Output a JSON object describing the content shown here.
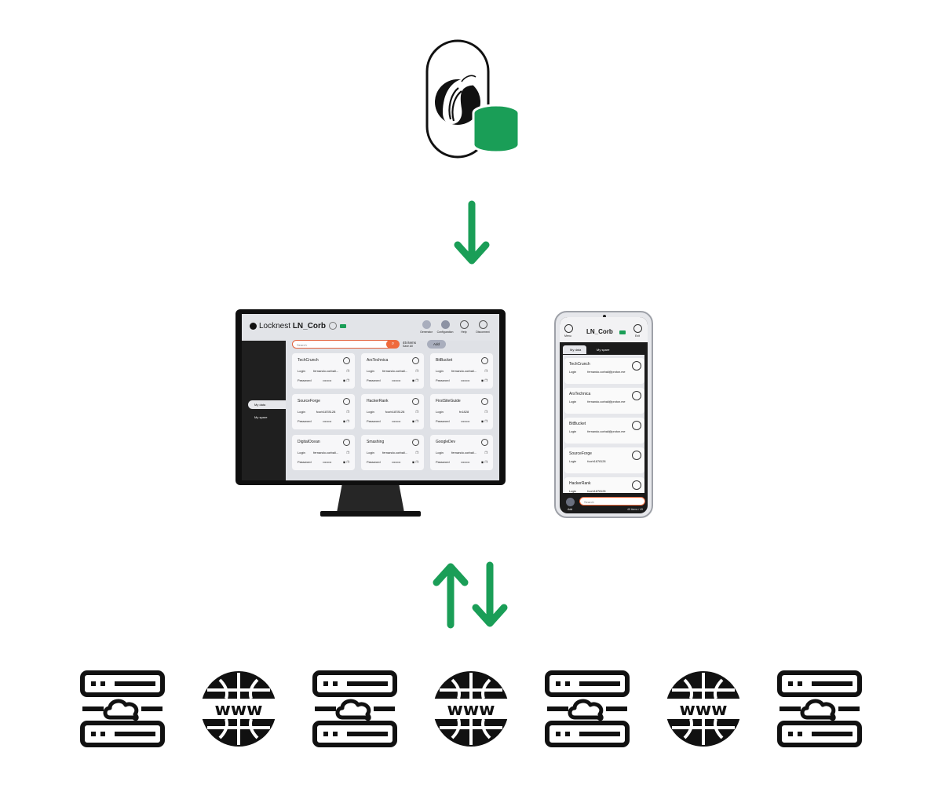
{
  "colors": {
    "accent": "#1a9e57",
    "search_accent": "#ef6a3c",
    "ink": "#1a1a1a"
  },
  "icons": [
    "locknest-logo-icon",
    "database-icon",
    "arrow-down-icon",
    "arrow-up-icon",
    "server-cloud-icon",
    "globe-www-icon"
  ],
  "globe_label": "www",
  "desktop": {
    "brand": "Locknest",
    "device": "LN_Corb",
    "nav": [
      "Generator",
      "Configuration",
      "Help",
      "Disconnect"
    ],
    "sidebar": [
      "My data",
      "My spare"
    ],
    "search_placeholder": "Search",
    "count": "45 items",
    "count_sub": "Save All",
    "add_label": "Add",
    "cards": [
      {
        "title": "TechCrunch",
        "login": "fernando.corbali...",
        "password": "••••••••"
      },
      {
        "title": "ArsTechnica",
        "login": "fernando.corbali...",
        "password": "••••••••"
      },
      {
        "title": "BitBucket",
        "login": "fernando.corbali...",
        "password": "••••••••"
      },
      {
        "title": "SourceForge",
        "login": "fcorb1878128",
        "password": "••••••••"
      },
      {
        "title": "HackerRank",
        "login": "fcorb1878128",
        "password": "••••••••"
      },
      {
        "title": "FirstSiteGuide",
        "login": "fn1828",
        "password": "••••••••"
      },
      {
        "title": "DigitalOcean",
        "login": "fernando.corbali...",
        "password": "••••••••"
      },
      {
        "title": "Smashing",
        "login": "fernando.corbali...",
        "password": "••••••••"
      },
      {
        "title": "GoogleDev",
        "login": "fernando.corbali...",
        "password": "••••••••"
      }
    ],
    "field_login": "Login",
    "field_password": "Password"
  },
  "mobile": {
    "menu_label": "Menu",
    "exit_label": "Exit",
    "title": "LN_Corb",
    "tabs": [
      "My data",
      "My spare"
    ],
    "cards": [
      {
        "title": "TechCrunch",
        "login": "fernando.corbali@proton.me"
      },
      {
        "title": "ArsTechnica",
        "login": "fernando.corbali@proton.me"
      },
      {
        "title": "BitBucket",
        "login": "fernando.corbali@proton.me"
      },
      {
        "title": "SourceForge",
        "login": "fcorb1878128"
      },
      {
        "title": "HackerRank",
        "login": "fcorb1878128"
      }
    ],
    "field_login": "Login",
    "search_placeholder": "Search",
    "add_label": "Add",
    "count": "45 items / 45"
  }
}
